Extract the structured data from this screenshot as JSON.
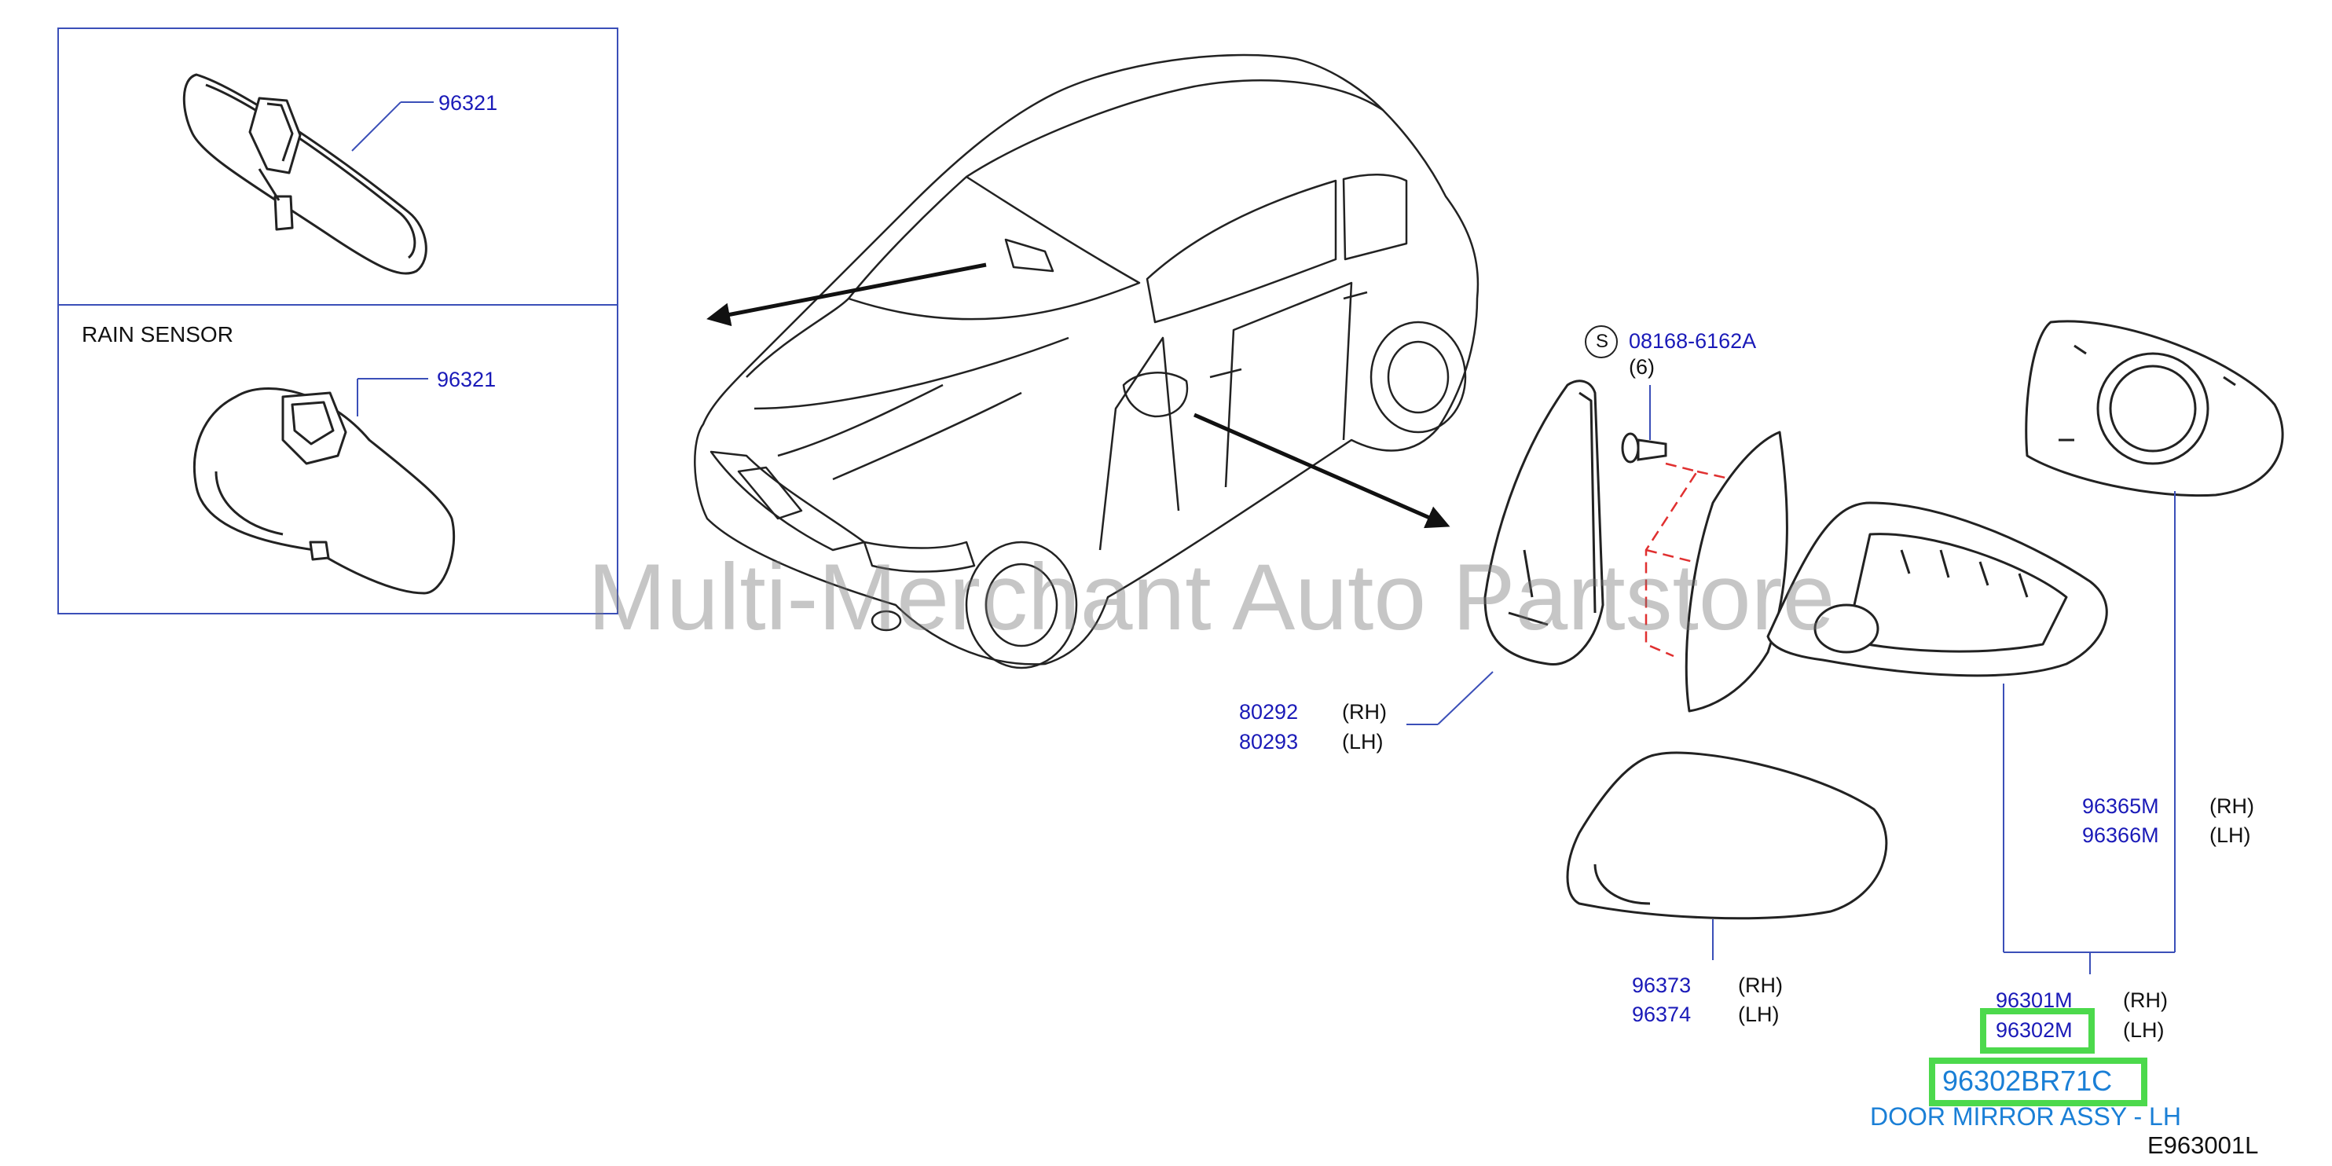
{
  "watermark": "Multi-Merchant Auto Partstore",
  "inset": {
    "rain_sensor_label": "RAIN   SENSOR",
    "top_part": "96321",
    "bottom_part": "96321"
  },
  "screw": {
    "symbol": "S",
    "part": "08168-6162A",
    "qty": "(6)"
  },
  "parts": [
    {
      "id": "80292",
      "side": "(RH)"
    },
    {
      "id": "80293",
      "side": "(LH)"
    },
    {
      "id": "96365M",
      "side": "(RH)"
    },
    {
      "id": "96366M",
      "side": "(LH)"
    },
    {
      "id": "96373",
      "side": "(RH)"
    },
    {
      "id": "96374",
      "side": "(LH)"
    },
    {
      "id": "96301M",
      "side": "(RH)"
    },
    {
      "id": "96302M",
      "side": "(LH)"
    }
  ],
  "selected": {
    "part_number": "96302BR71C",
    "description": "DOOR MIRROR ASSY - LH"
  },
  "diagram_code": "E963001L"
}
